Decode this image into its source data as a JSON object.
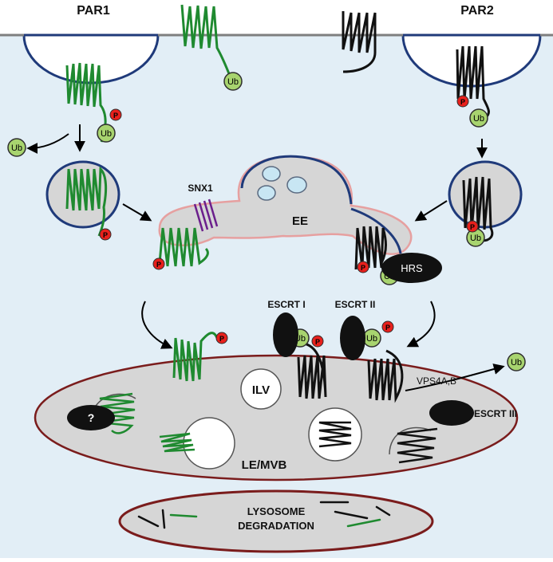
{
  "labels": {
    "par1": "PAR1",
    "par2": "PAR2",
    "snx1": "SNX1",
    "ee": "EE",
    "hrs": "HRS",
    "escrt1": "ESCRT I",
    "escrt2": "ESCRT II",
    "escrt3": "ESCRT III",
    "vps4": "VPS4A,B",
    "ilv": "ILV",
    "le_mvb": "LE/MVB",
    "question": "?",
    "lysosome_line1": "LYSOSOME",
    "lysosome_line2": "DEGRADATION"
  },
  "markers": {
    "ub": "Ub",
    "p": "P"
  },
  "colors": {
    "background": "#ffffff",
    "cytosol": "#e2eef6",
    "membrane": "#7f7f7f",
    "organelle_fill": "#d6d6d6",
    "endosome_border": "#1f3a7a",
    "ee_border": "#e6a0a0",
    "mvb_border": "#7a1c1c",
    "par1_receptor": "#1f8a30",
    "par2_receptor": "#111111",
    "ubiquitin": "#a8d46f",
    "phosphate": "#e8201c",
    "snx1": "#6b1f8c",
    "vesicle": "#c8e6f3"
  },
  "icons": [
    "ubiquitin-icon",
    "phosphate-icon",
    "seven-tm-receptor-icon"
  ]
}
